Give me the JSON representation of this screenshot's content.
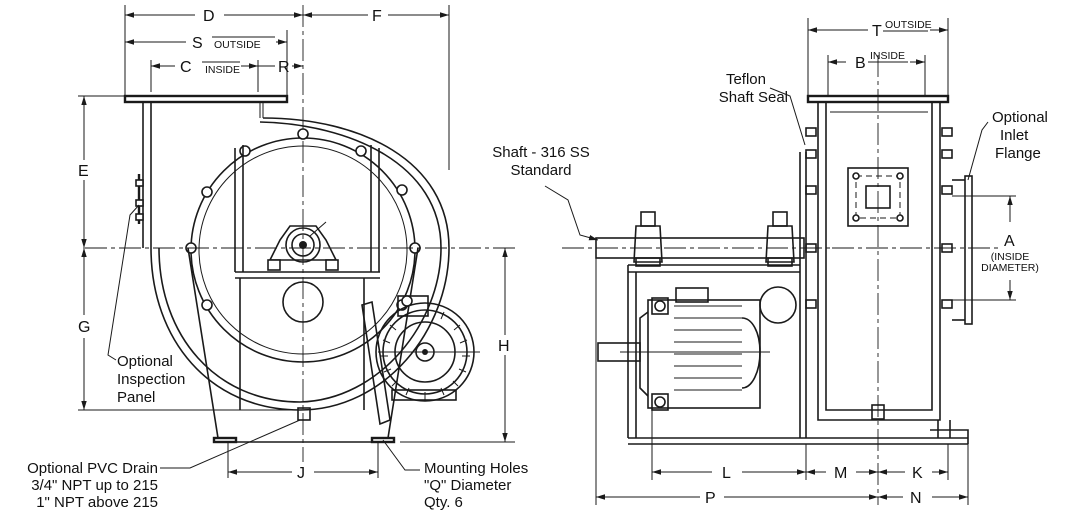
{
  "dimensions": {
    "D": "D",
    "F": "F",
    "S": "S",
    "S_note": "OUTSIDE",
    "C": "C",
    "C_note": "INSIDE",
    "R": "R",
    "E": "E",
    "G": "G",
    "H": "H",
    "J": "J",
    "T": "T",
    "T_note": "OUTSIDE",
    "B": "B",
    "B_note": "INSIDE",
    "A": "A",
    "A_note_1": "(INSIDE",
    "A_note_2": "DIAMETER)",
    "L": "L",
    "M": "M",
    "K": "K",
    "P": "P",
    "N": "N"
  },
  "callouts": {
    "inspection_1": "Optional",
    "inspection_2": "Inspection",
    "inspection_3": "Panel",
    "drain_1": "Optional PVC Drain",
    "drain_2": "3/4\" NPT up to 215",
    "drain_3": "1\" NPT above 215",
    "holes_1": "Mounting Holes",
    "holes_2": "\"Q\" Diameter",
    "holes_3": "Qty. 6",
    "shaft_1": "Shaft - 316 SS",
    "shaft_2": "Standard",
    "seal_1": "Teflon",
    "seal_2": "Shaft Seal",
    "inlet_1": "Optional",
    "inlet_2": "Inlet",
    "inlet_3": "Flange"
  }
}
